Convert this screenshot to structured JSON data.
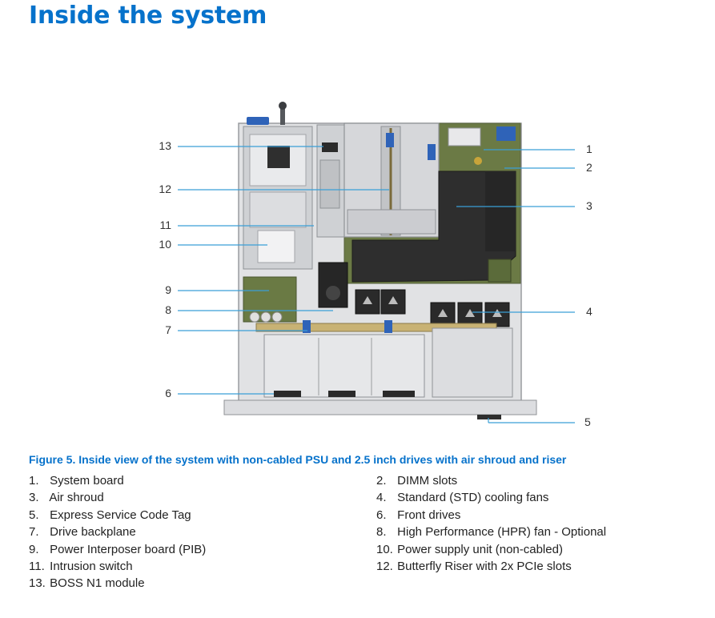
{
  "page": {
    "title": "Inside the system"
  },
  "figure": {
    "callouts_left": [
      "13",
      "12",
      "11",
      "10",
      "9",
      "8",
      "7",
      "6"
    ],
    "callouts_right": [
      "1",
      "2",
      "3",
      "4",
      "5"
    ],
    "caption": "Figure 5. Inside view of the system with non-cabled PSU and 2.5 inch drives with air shroud and riser"
  },
  "legend": [
    {
      "num": "1.",
      "label": "System board"
    },
    {
      "num": "2.",
      "label": "DIMM slots"
    },
    {
      "num": "3.",
      "label": "Air shroud"
    },
    {
      "num": "4.",
      "label": "Standard (STD) cooling fans"
    },
    {
      "num": "5.",
      "label": "Express Service Code Tag"
    },
    {
      "num": "6.",
      "label": "Front drives"
    },
    {
      "num": "7.",
      "label": "Drive backplane"
    },
    {
      "num": "8.",
      "label": "High Performance (HPR) fan - Optional"
    },
    {
      "num": "9.",
      "label": "Power Interposer board (PIB)"
    },
    {
      "num": "10.",
      "label": "Power supply unit (non-cabled)"
    },
    {
      "num": "11.",
      "label": "Intrusion switch"
    },
    {
      "num": "12.",
      "label": "Butterfly Riser with 2x PCIe slots"
    },
    {
      "num": "13.",
      "label": "BOSS N1 module"
    }
  ],
  "colors": {
    "accent": "#0672cb",
    "shroud": "#2e2e2e",
    "chassis": "#d9dadc",
    "board": "#5a6b3a"
  }
}
